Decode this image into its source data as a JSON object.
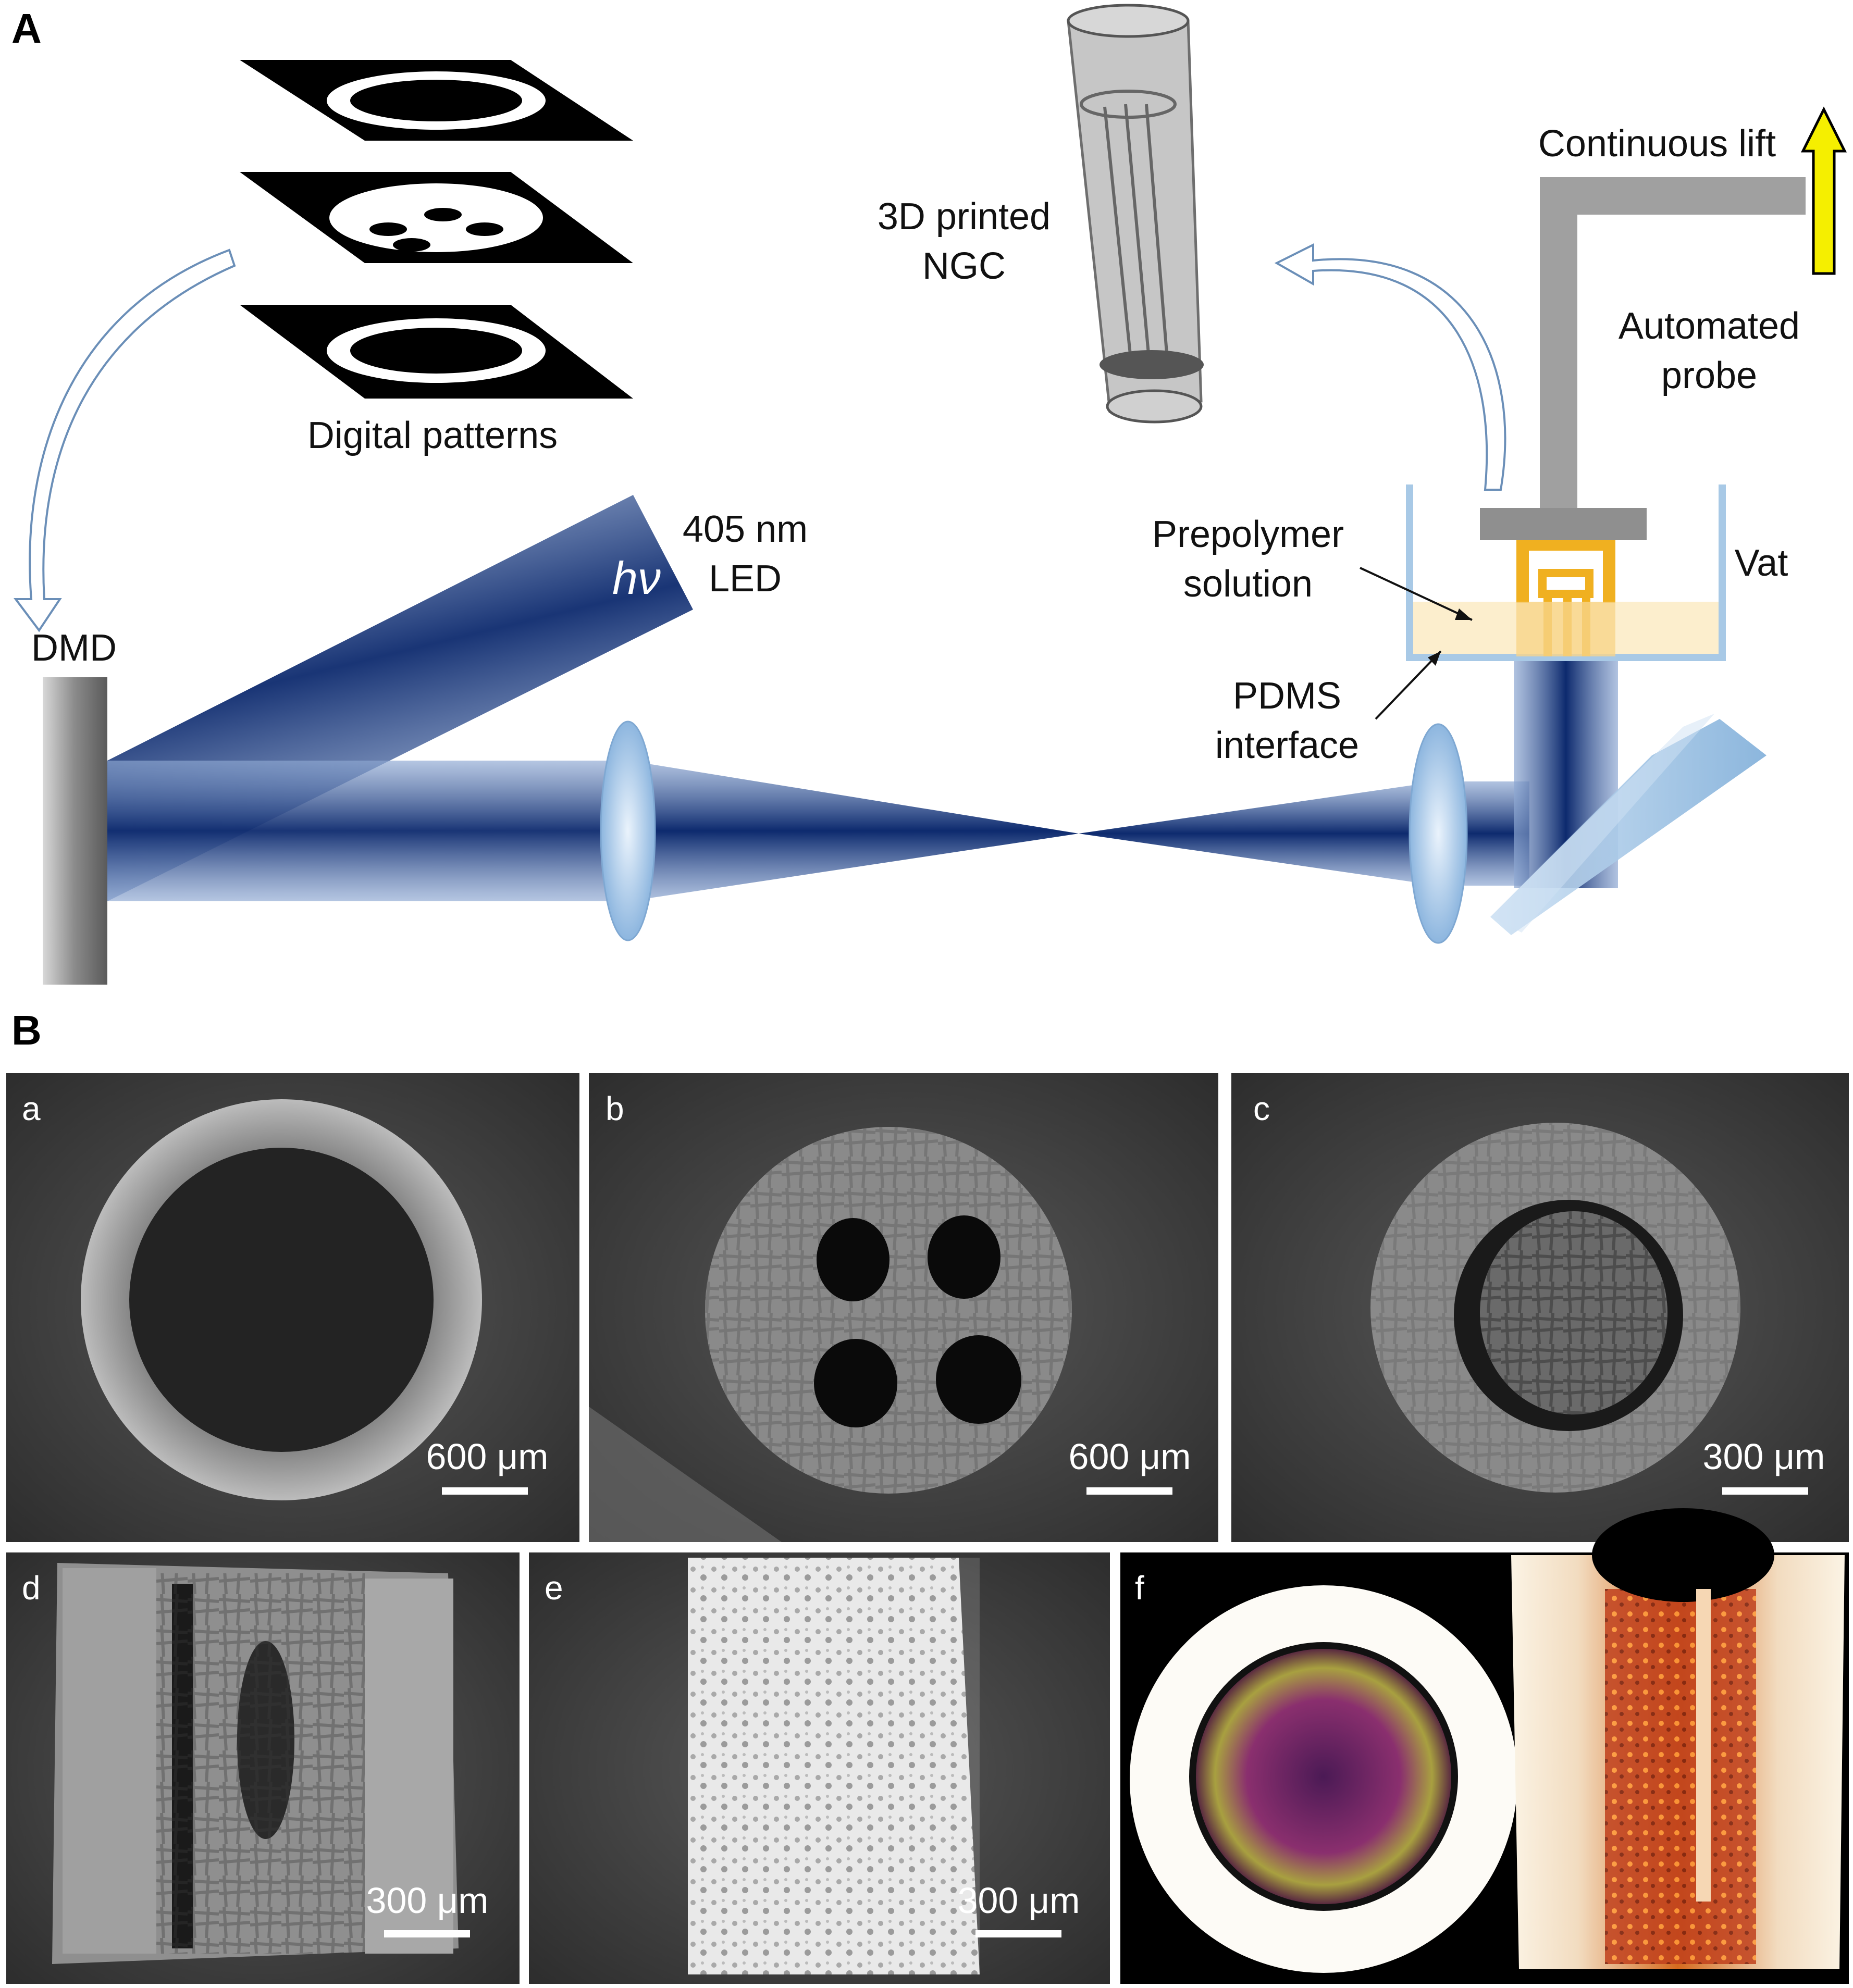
{
  "panelA": {
    "letter": "A",
    "labels": {
      "digital_patterns": "Digital patterns",
      "led_line1": "405 nm",
      "led_line2": "LED",
      "photon": "hν",
      "dmd": "DMD",
      "ngc_line1": "3D printed",
      "ngc_line2": "NGC",
      "lift": "Continuous lift",
      "probe_line1": "Automated",
      "probe_line2": "probe",
      "prepolymer_line1": "Prepolymer",
      "prepolymer_line2": "solution",
      "vat": "Vat",
      "pdms_line1": "PDMS",
      "pdms_line2": "interface"
    },
    "colors": {
      "beam": "#1f3f86",
      "beam_light": "#7d9bc9",
      "lens": "#a9c7e8",
      "lift_arrow": "#f5ef00",
      "probe": "#a0a0a0",
      "vat": "#a8c9e6",
      "resin": "#fcecc8",
      "part": "#f0b020"
    }
  },
  "panelB": {
    "letter": "B",
    "subpanels": [
      {
        "id": "a",
        "scale": "600 μm"
      },
      {
        "id": "b",
        "scale": "600 μm"
      },
      {
        "id": "c",
        "scale": "300 μm"
      },
      {
        "id": "d",
        "scale": "300 μm"
      },
      {
        "id": "e",
        "scale": "300 μm"
      },
      {
        "id": "f",
        "scale": ""
      }
    ]
  }
}
